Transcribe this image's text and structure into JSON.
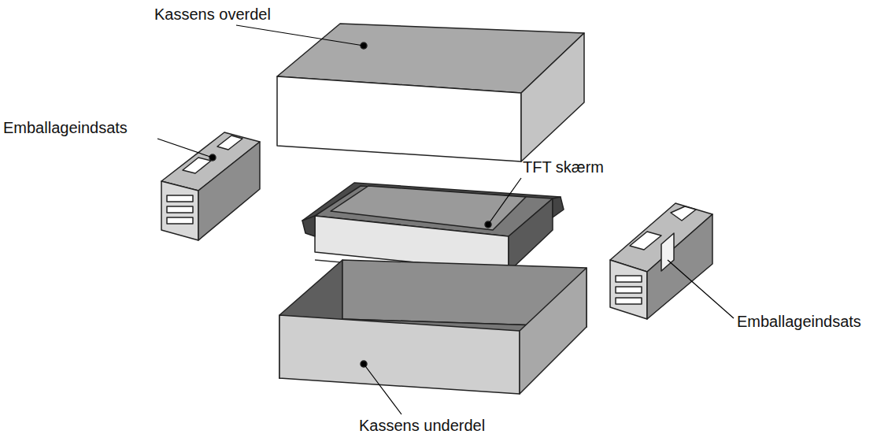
{
  "diagram": {
    "labels": [
      "Kassens overdel",
      "Emballageindsats",
      "TFT skærm",
      "Emballageindsats",
      "Kassens underdel"
    ]
  }
}
